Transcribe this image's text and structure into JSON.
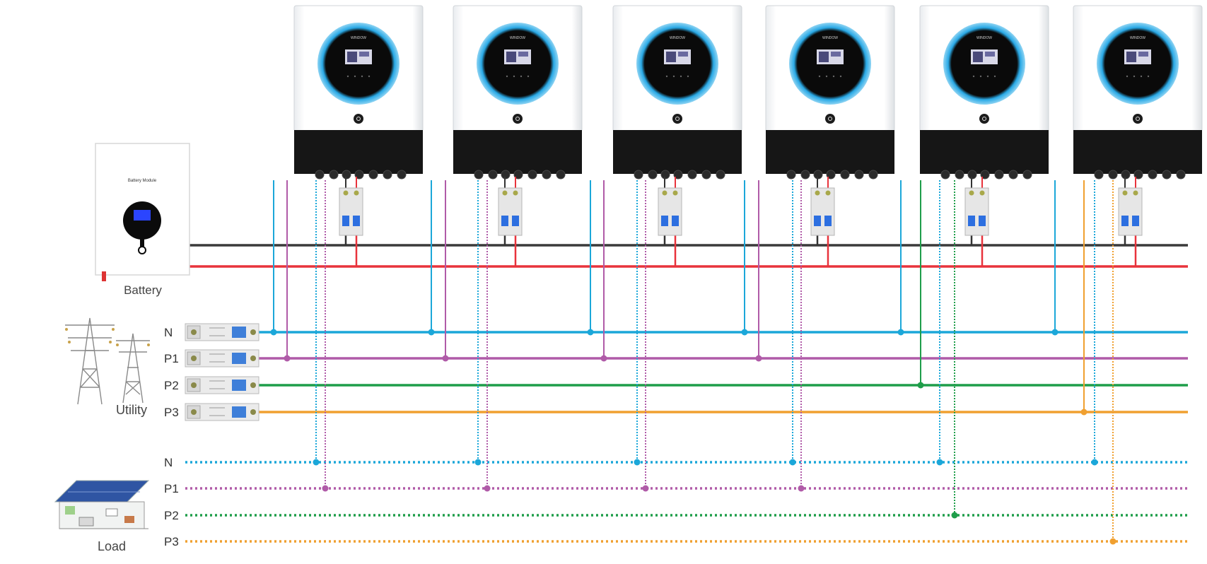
{
  "battery": {
    "label": "Battery",
    "module_text": "Battery Module"
  },
  "utility": {
    "label": "Utility",
    "lines": [
      {
        "label": "N",
        "color": "#1ba7d9"
      },
      {
        "label": "P1",
        "color": "#b05ba8"
      },
      {
        "label": "P2",
        "color": "#1f9e4a"
      },
      {
        "label": "P3",
        "color": "#f0a030"
      }
    ]
  },
  "load": {
    "label": "Load",
    "lines": [
      {
        "label": "N",
        "color": "#1ba7d9"
      },
      {
        "label": "P1",
        "color": "#b05ba8"
      },
      {
        "label": "P2",
        "color": "#1f9e4a"
      },
      {
        "label": "P3",
        "color": "#f0a030"
      }
    ]
  },
  "dc_bus": {
    "negative_color": "#3a3a3a",
    "positive_color": "#e8333c"
  },
  "inverters": [
    {
      "brand": "WINDOW",
      "phase": "P1"
    },
    {
      "brand": "WINDOW",
      "phase": "P1"
    },
    {
      "brand": "WINDOW",
      "phase": "P1"
    },
    {
      "brand": "WINDOW",
      "phase": "P1"
    },
    {
      "brand": "WINDOW",
      "phase": "P2"
    },
    {
      "brand": "WINDOW",
      "phase": "P3"
    }
  ]
}
